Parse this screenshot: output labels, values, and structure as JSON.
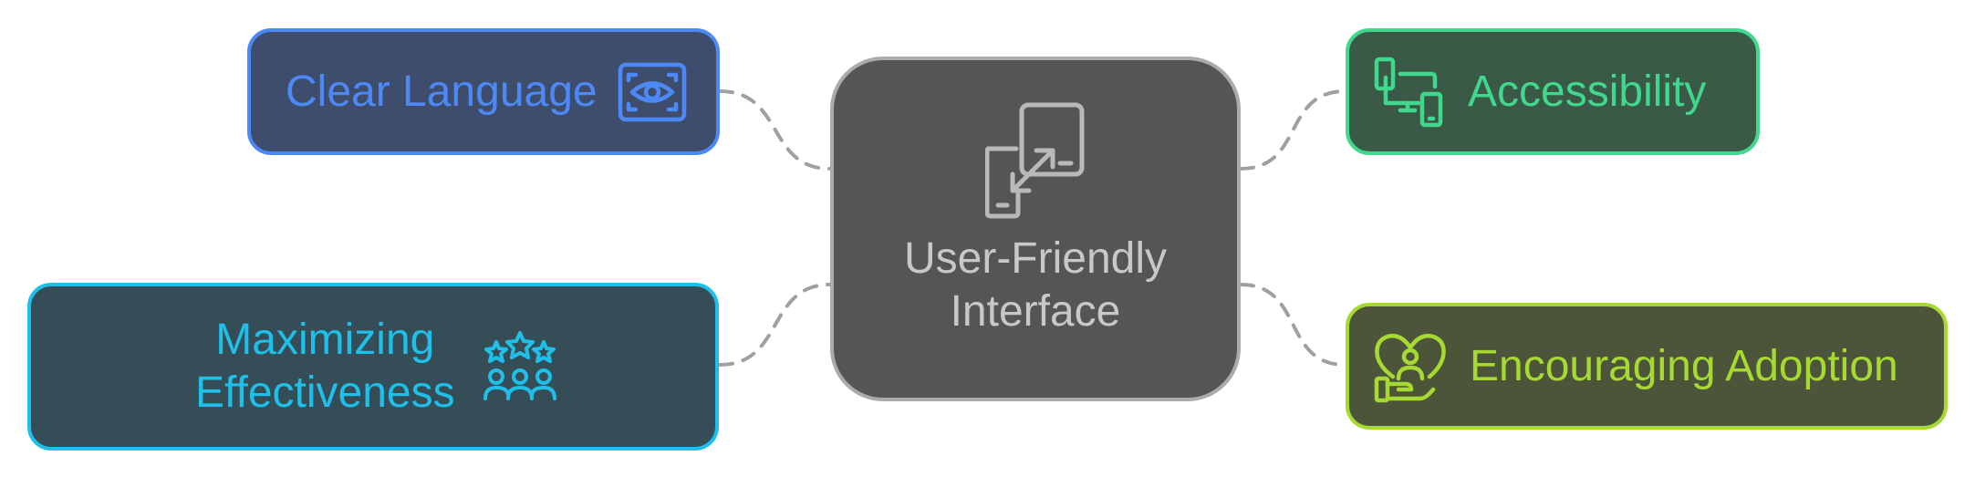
{
  "center": {
    "title_line1": "User-Friendly",
    "title_line2": "Interface",
    "icon": "device-transfer-icon"
  },
  "branches": [
    {
      "label": "Clear Language",
      "icon": "eye-scan-icon",
      "color": "#4d88f7",
      "fill": "#3e4d6b"
    },
    {
      "label": "Accessibility",
      "icon": "multi-device-icon",
      "color": "#3fd88c",
      "fill": "#3a5a47"
    },
    {
      "label_line1": "Maximizing",
      "label_line2": "Effectiveness",
      "icon": "stars-people-icon",
      "color": "#1ec0ea",
      "fill": "#354d56"
    },
    {
      "label": "Encouraging Adoption",
      "icon": "heart-hand-person-icon",
      "color": "#a6d932",
      "fill": "#4c5439"
    }
  ],
  "connector_color": "#a0a0a0",
  "center_color": "#555555",
  "center_border": "#ababab"
}
